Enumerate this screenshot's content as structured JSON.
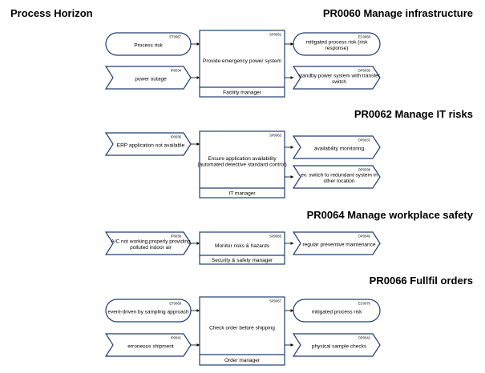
{
  "document_title": "Process Horizon",
  "processes": [
    {
      "title": "PR0060 Manage infrastructure",
      "inputs": [
        {
          "code": "ET0067",
          "label": "Process risk",
          "shape": "event"
        },
        {
          "code": "IP0034",
          "label": "power outage",
          "shape": "input"
        }
      ],
      "activity": {
        "code": "SP0061",
        "label": "Provide emergency power system",
        "owner": "Facility manager"
      },
      "outputs": [
        {
          "code": "EC0066",
          "label": "mitigated process risk (risk response)",
          "shape": "event"
        },
        {
          "code": "OP0035",
          "label": "standby power system with transfer switch",
          "shape": "output"
        }
      ]
    },
    {
      "title": "PR0062 Manage IT risks",
      "inputs": [
        {
          "code": "IP0036",
          "label": "ERP application not available",
          "shape": "input"
        }
      ],
      "activity": {
        "code": "SP0063",
        "label": "Ensure application availability (automated detective standard control)",
        "owner": "IT manager"
      },
      "outputs": [
        {
          "code": "OP0037",
          "label": "availability monitoring",
          "shape": "output"
        },
        {
          "code": "OP0038",
          "label": "ev. switch to redundant system in other location",
          "shape": "output"
        }
      ]
    },
    {
      "title": "PR0064 Manage workplace safety",
      "inputs": [
        {
          "code": "IP0039",
          "label": "A/C not working properly providing polluted indoor air",
          "shape": "input"
        }
      ],
      "activity": {
        "code": "SP0065",
        "label": "Monitor risks & hazards",
        "owner": "Security & safety manager"
      },
      "outputs": [
        {
          "code": "OP0040",
          "label": "regular preventive maintenance",
          "shape": "output"
        }
      ]
    },
    {
      "title": "PR0066 Fullfil orders",
      "inputs": [
        {
          "code": "ET0069",
          "label": "event-driven by sampling approach",
          "shape": "event"
        },
        {
          "code": "IP0041",
          "label": "erroneous shipment",
          "shape": "input"
        }
      ],
      "activity": {
        "code": "SP0067",
        "label": "Check order before shipping",
        "owner": "Order manager"
      },
      "outputs": [
        {
          "code": "EC0070",
          "label": "mitigated process risk",
          "shape": "event"
        },
        {
          "code": "OP0042",
          "label": "physical sample checks",
          "shape": "output"
        }
      ]
    }
  ]
}
